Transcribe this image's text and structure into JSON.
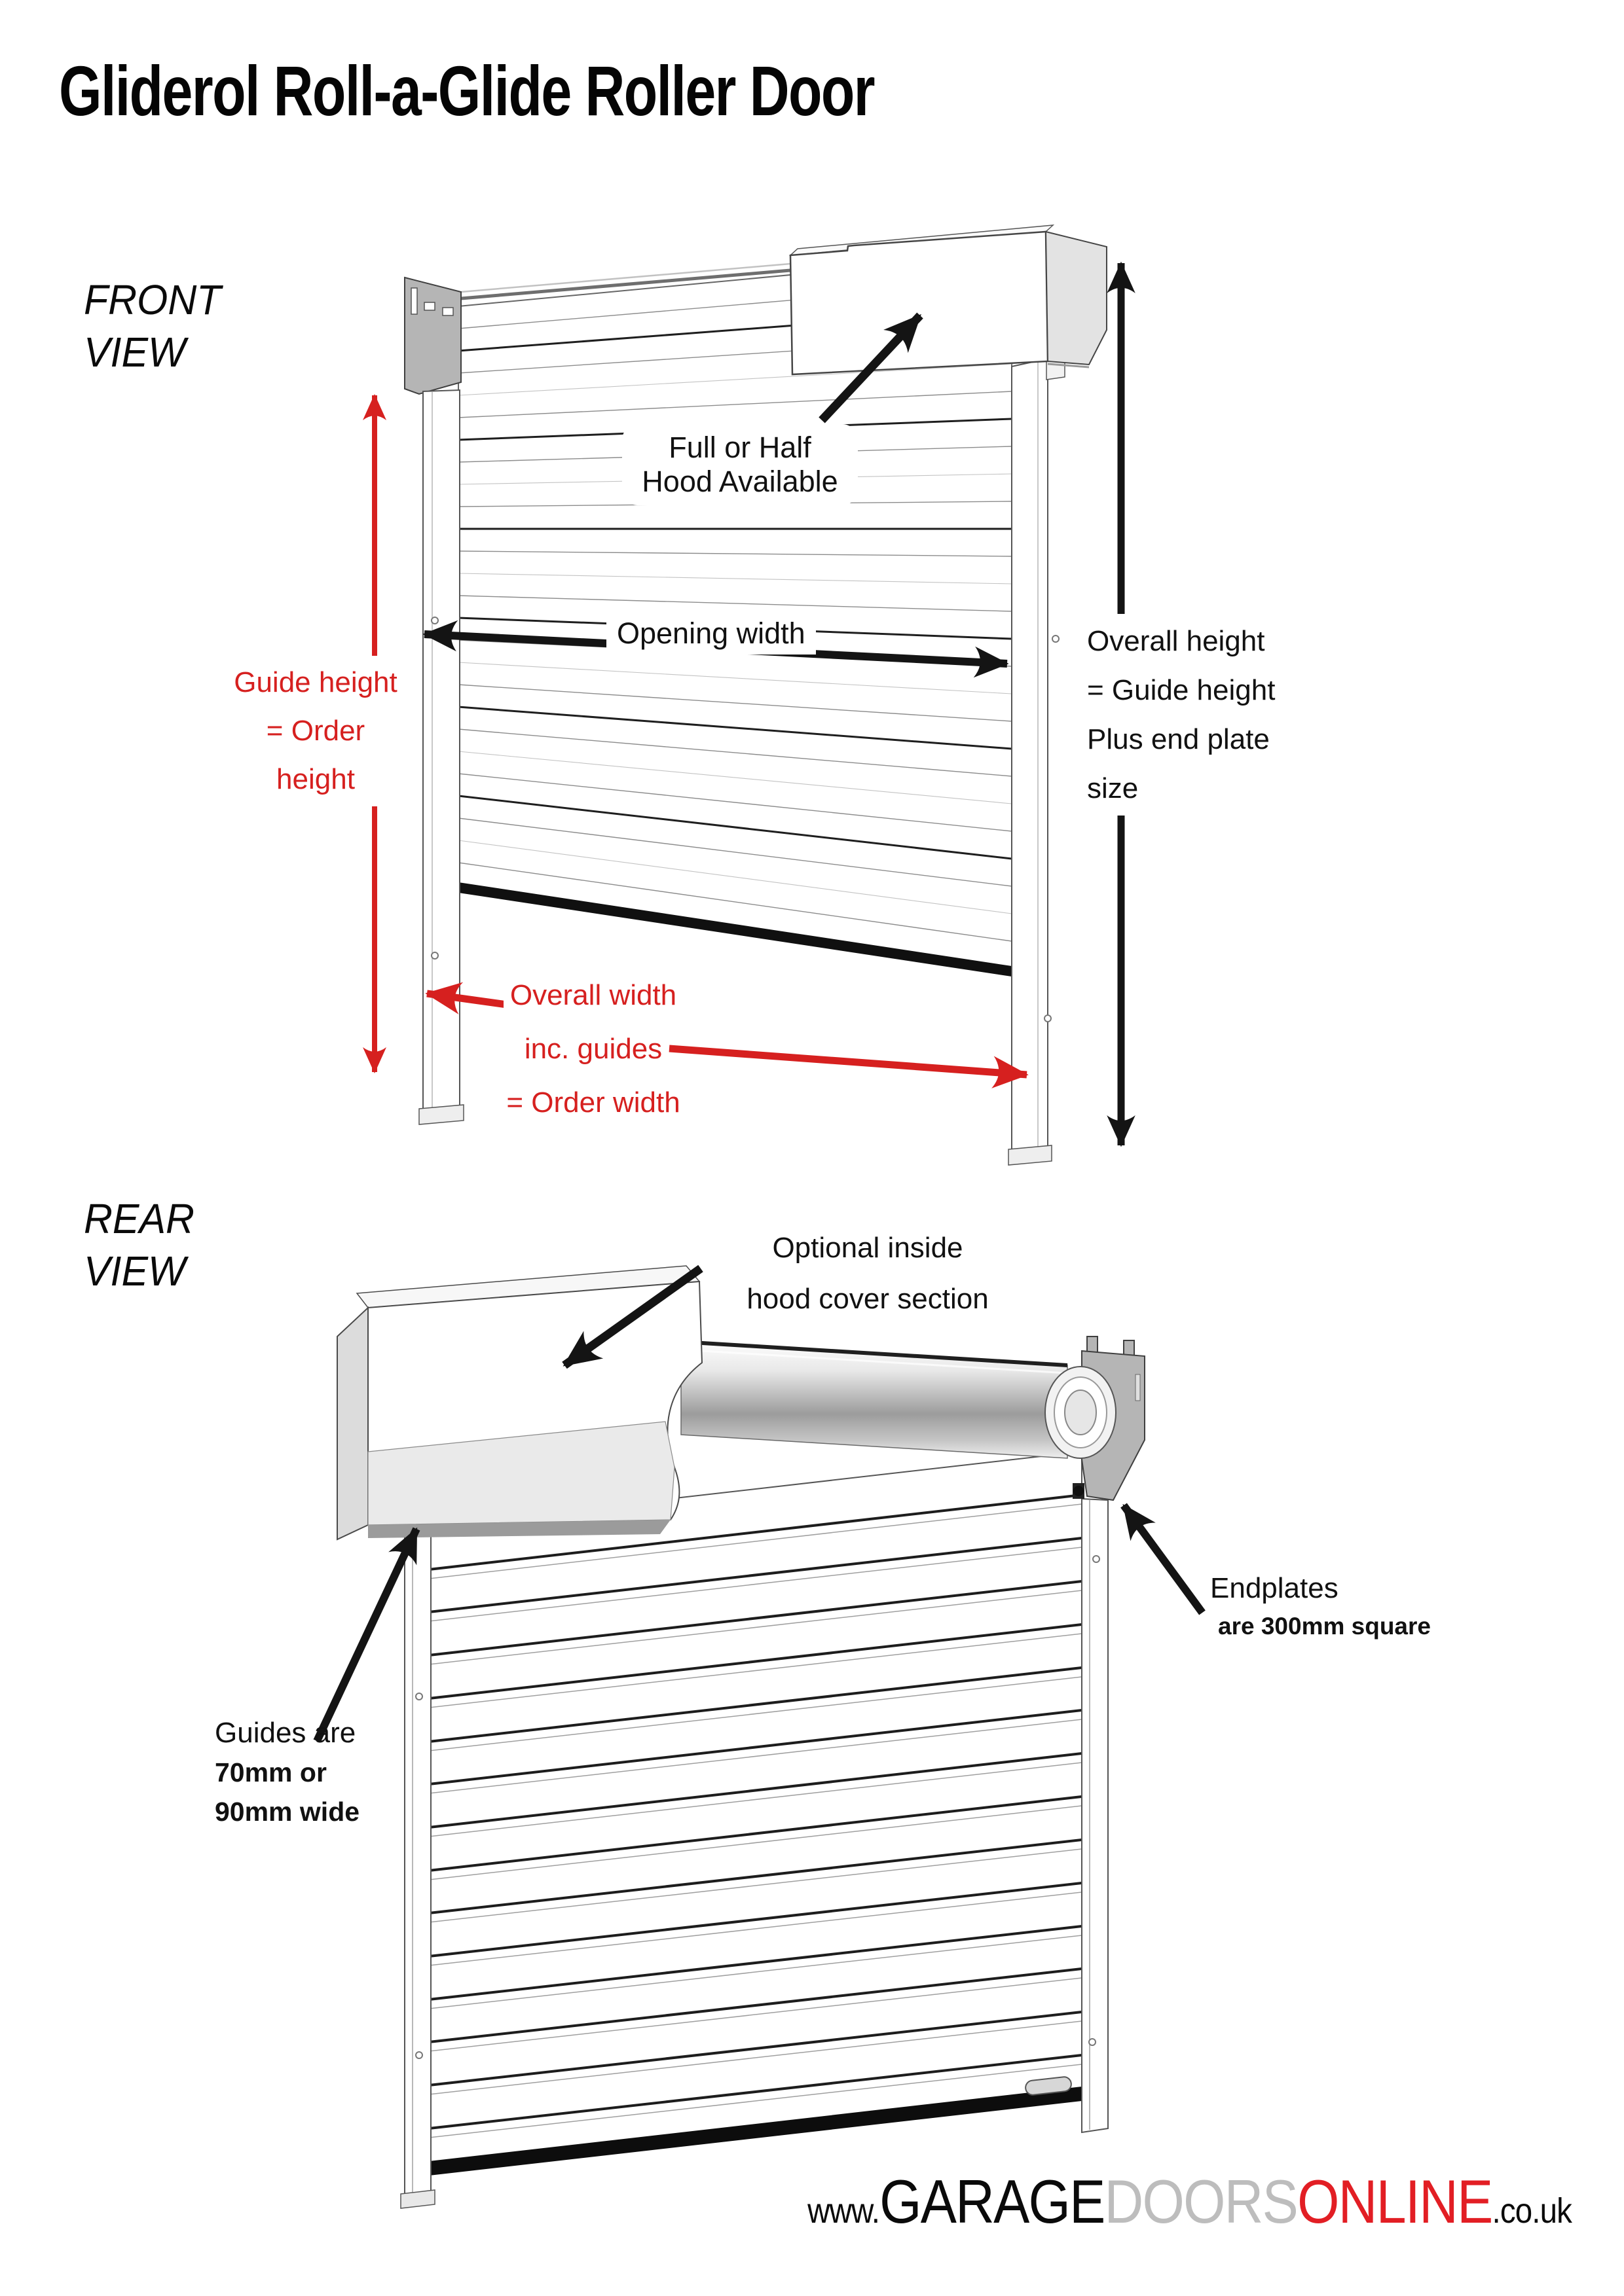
{
  "title": "Gliderol Roll-a-Glide Roller Door",
  "colors": {
    "accent_red": "#d6201f",
    "logo_red": "#e21e24",
    "logo_gray": "#bdbdbd",
    "ink": "#111111",
    "line_gray": "#555555"
  },
  "front_view": {
    "label_line1": "FRONT",
    "label_line2": "VIEW",
    "hood_note_line1": "Full or Half",
    "hood_note_line2": "Hood Available",
    "opening_width_label": "Opening width",
    "guide_height_line1": "Guide height",
    "guide_height_line2": "= Order height",
    "overall_height_line1": "Overall height",
    "overall_height_line2": "= Guide height",
    "overall_height_line3": "Plus end plate size",
    "overall_width_line1": "Overall width",
    "overall_width_line2": "inc. guides",
    "overall_width_line3": "= Order width"
  },
  "rear_view": {
    "label_line1": "REAR",
    "label_line2": "VIEW",
    "hood_cover_line1": "Optional inside",
    "hood_cover_line2": "hood cover section",
    "endplates_line1": "Endplates",
    "endplates_line2": "are 300mm square",
    "guides_line1": "Guides are",
    "guides_line2": "70mm or",
    "guides_line3": "90mm wide"
  },
  "footer": {
    "www": "www.",
    "garage": "GARAGE",
    "doors": "DOORS",
    "online": "ONLINE",
    "tld": ".co.uk"
  }
}
